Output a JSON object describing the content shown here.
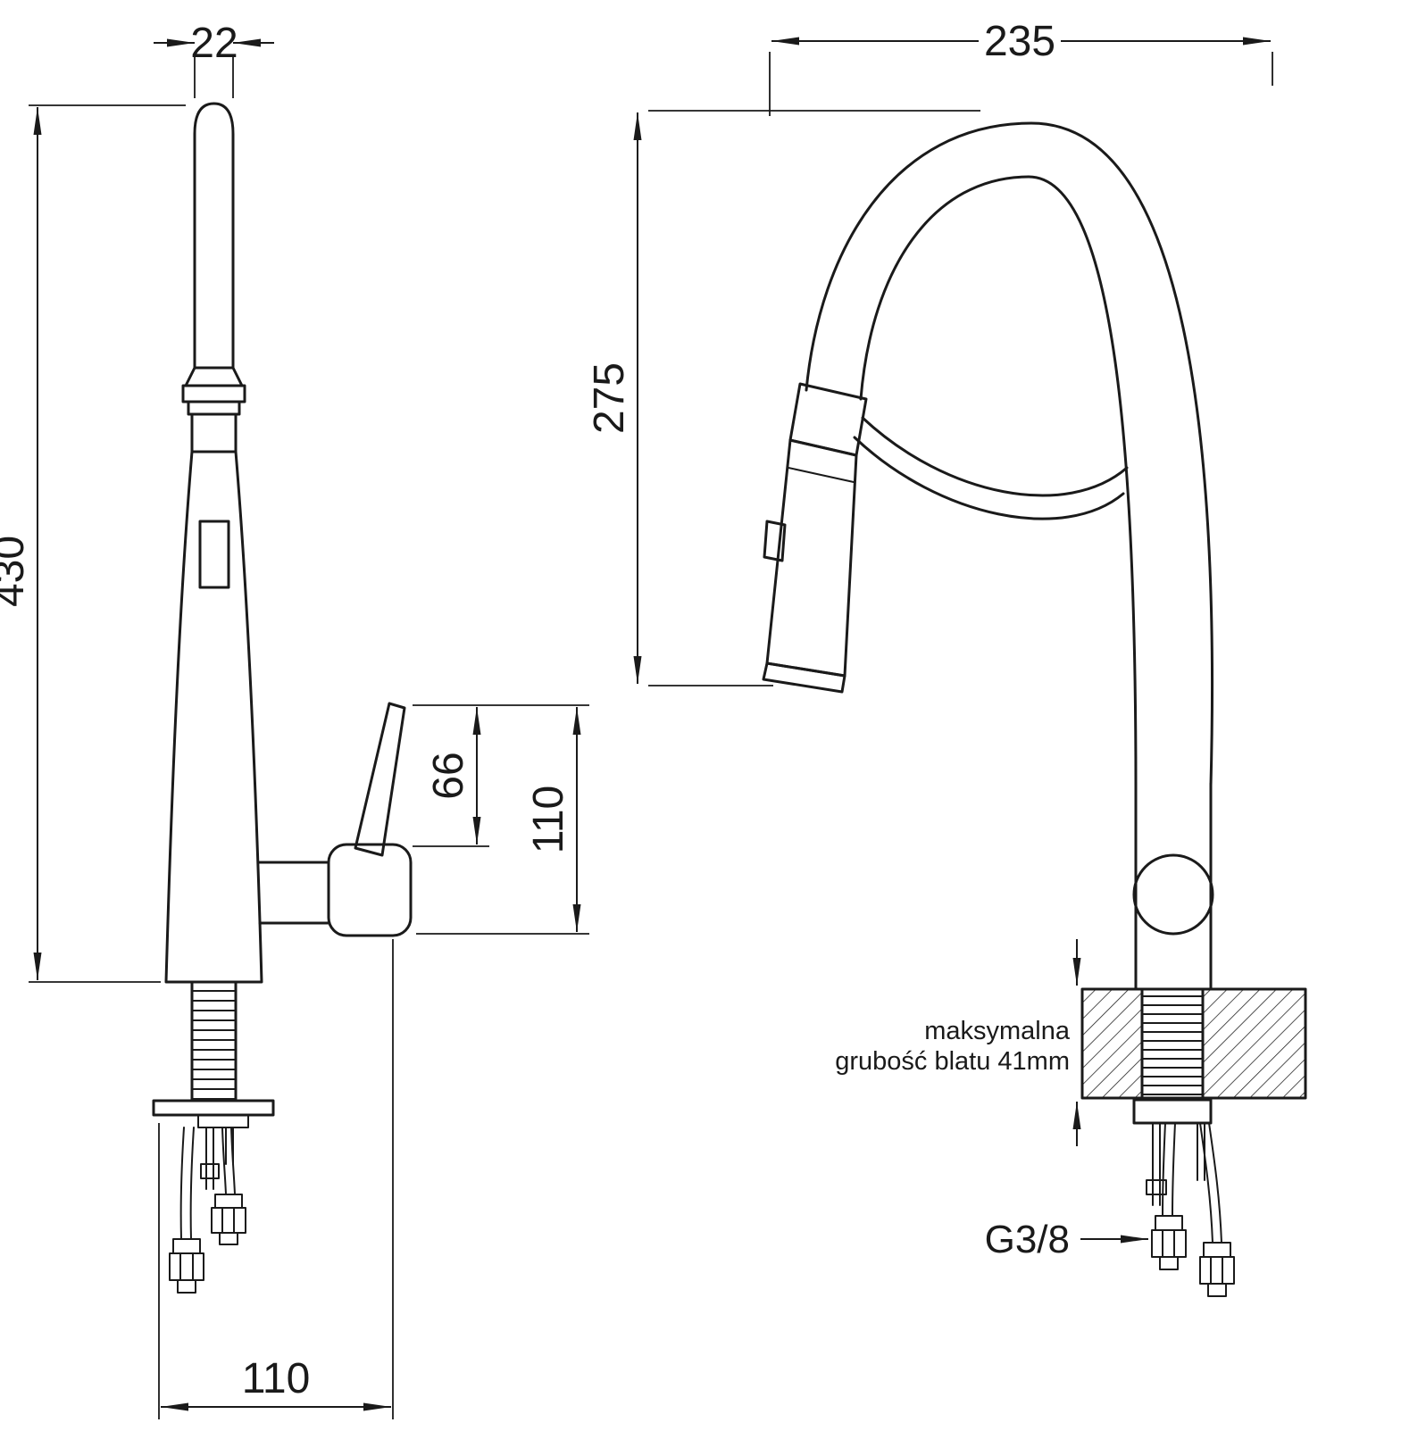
{
  "page": {
    "background": "#ffffff",
    "line_color": "#1a1a1a"
  },
  "left_view": {
    "dims": {
      "spout_width": "22",
      "total_height": "430",
      "lever_height": "66",
      "head_height": "110",
      "base_depth": "110"
    }
  },
  "right_view": {
    "dims": {
      "spout_reach": "235",
      "spout_height": "275"
    },
    "counter_note": {
      "line1": "maksymalna",
      "line2": "grubość blatu 41mm"
    },
    "connector_label": "G3/8"
  }
}
